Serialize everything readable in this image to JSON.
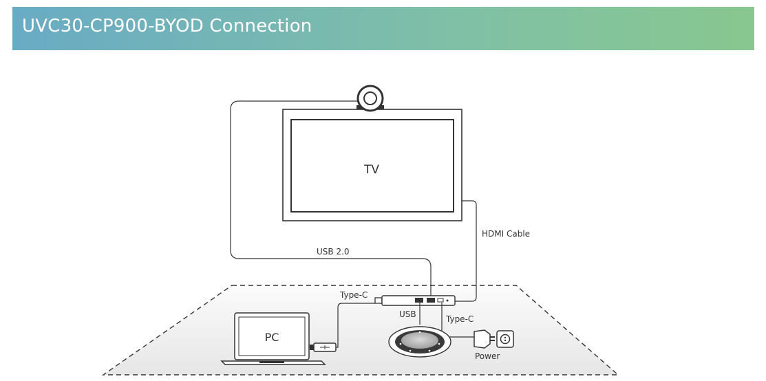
{
  "header": {
    "title": "UVC30-CP900-BYOD Connection"
  },
  "labels": {
    "tv": "TV",
    "pc": "PC",
    "usb20": "USB 2.0",
    "hdmi": "HDMI Cable",
    "typec_pc": "Type-C",
    "typec_power": "Type-C",
    "usb": "USB",
    "power": "Power"
  },
  "colors": {
    "header_start": "#69abc4",
    "header_end": "#88c78f",
    "line": "#333333"
  }
}
